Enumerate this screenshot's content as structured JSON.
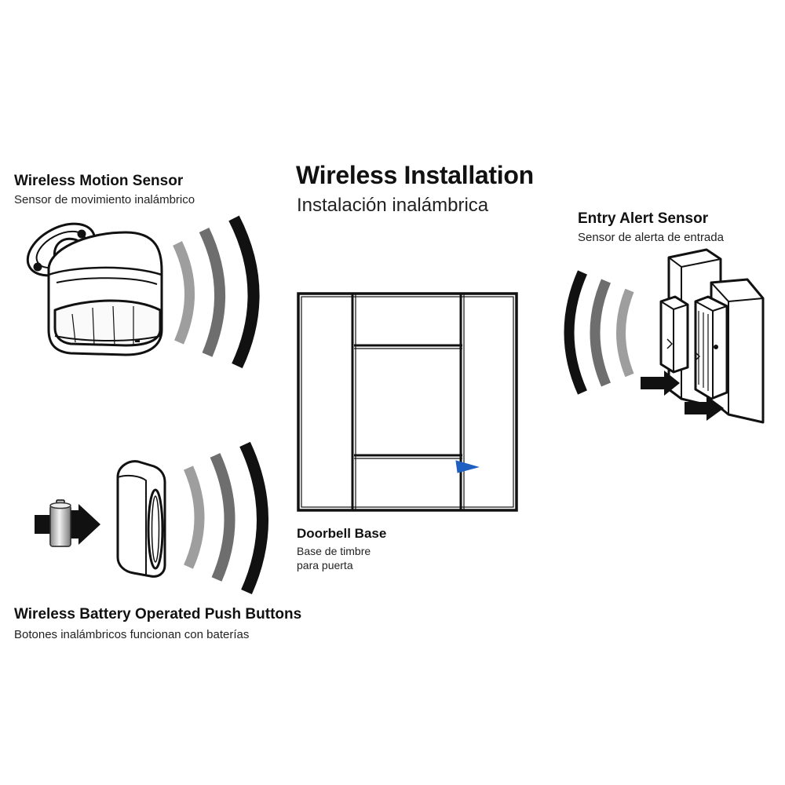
{
  "header": {
    "title": "Wireless Installation",
    "subtitle": "Instalación inalámbrica"
  },
  "motion_sensor": {
    "title": "Wireless Motion Sensor",
    "subtitle": "Sensor de movimiento inalámbrico"
  },
  "entry_sensor": {
    "title": "Entry Alert Sensor",
    "subtitle": "Sensor de alerta de entrada"
  },
  "doorbell_base": {
    "title": "Doorbell Base",
    "subtitle_line1": "Base de timbre",
    "subtitle_line2": "para puerta"
  },
  "push_buttons": {
    "title": "Wireless Battery Operated Push Buttons",
    "subtitle": "Botones inalámbricos funcionan con baterías"
  },
  "colors": {
    "wave_light": "#9e9e9e",
    "wave_mid": "#6e6e6e",
    "wave_dark": "#111111",
    "indicator_blue": "#1f5fc2"
  },
  "icons": [
    "motion-sensor-icon",
    "doorbell-base-icon",
    "entry-sensor-icon",
    "push-button-icon",
    "battery-icon",
    "arrow-icon",
    "signal-wave-icon"
  ]
}
